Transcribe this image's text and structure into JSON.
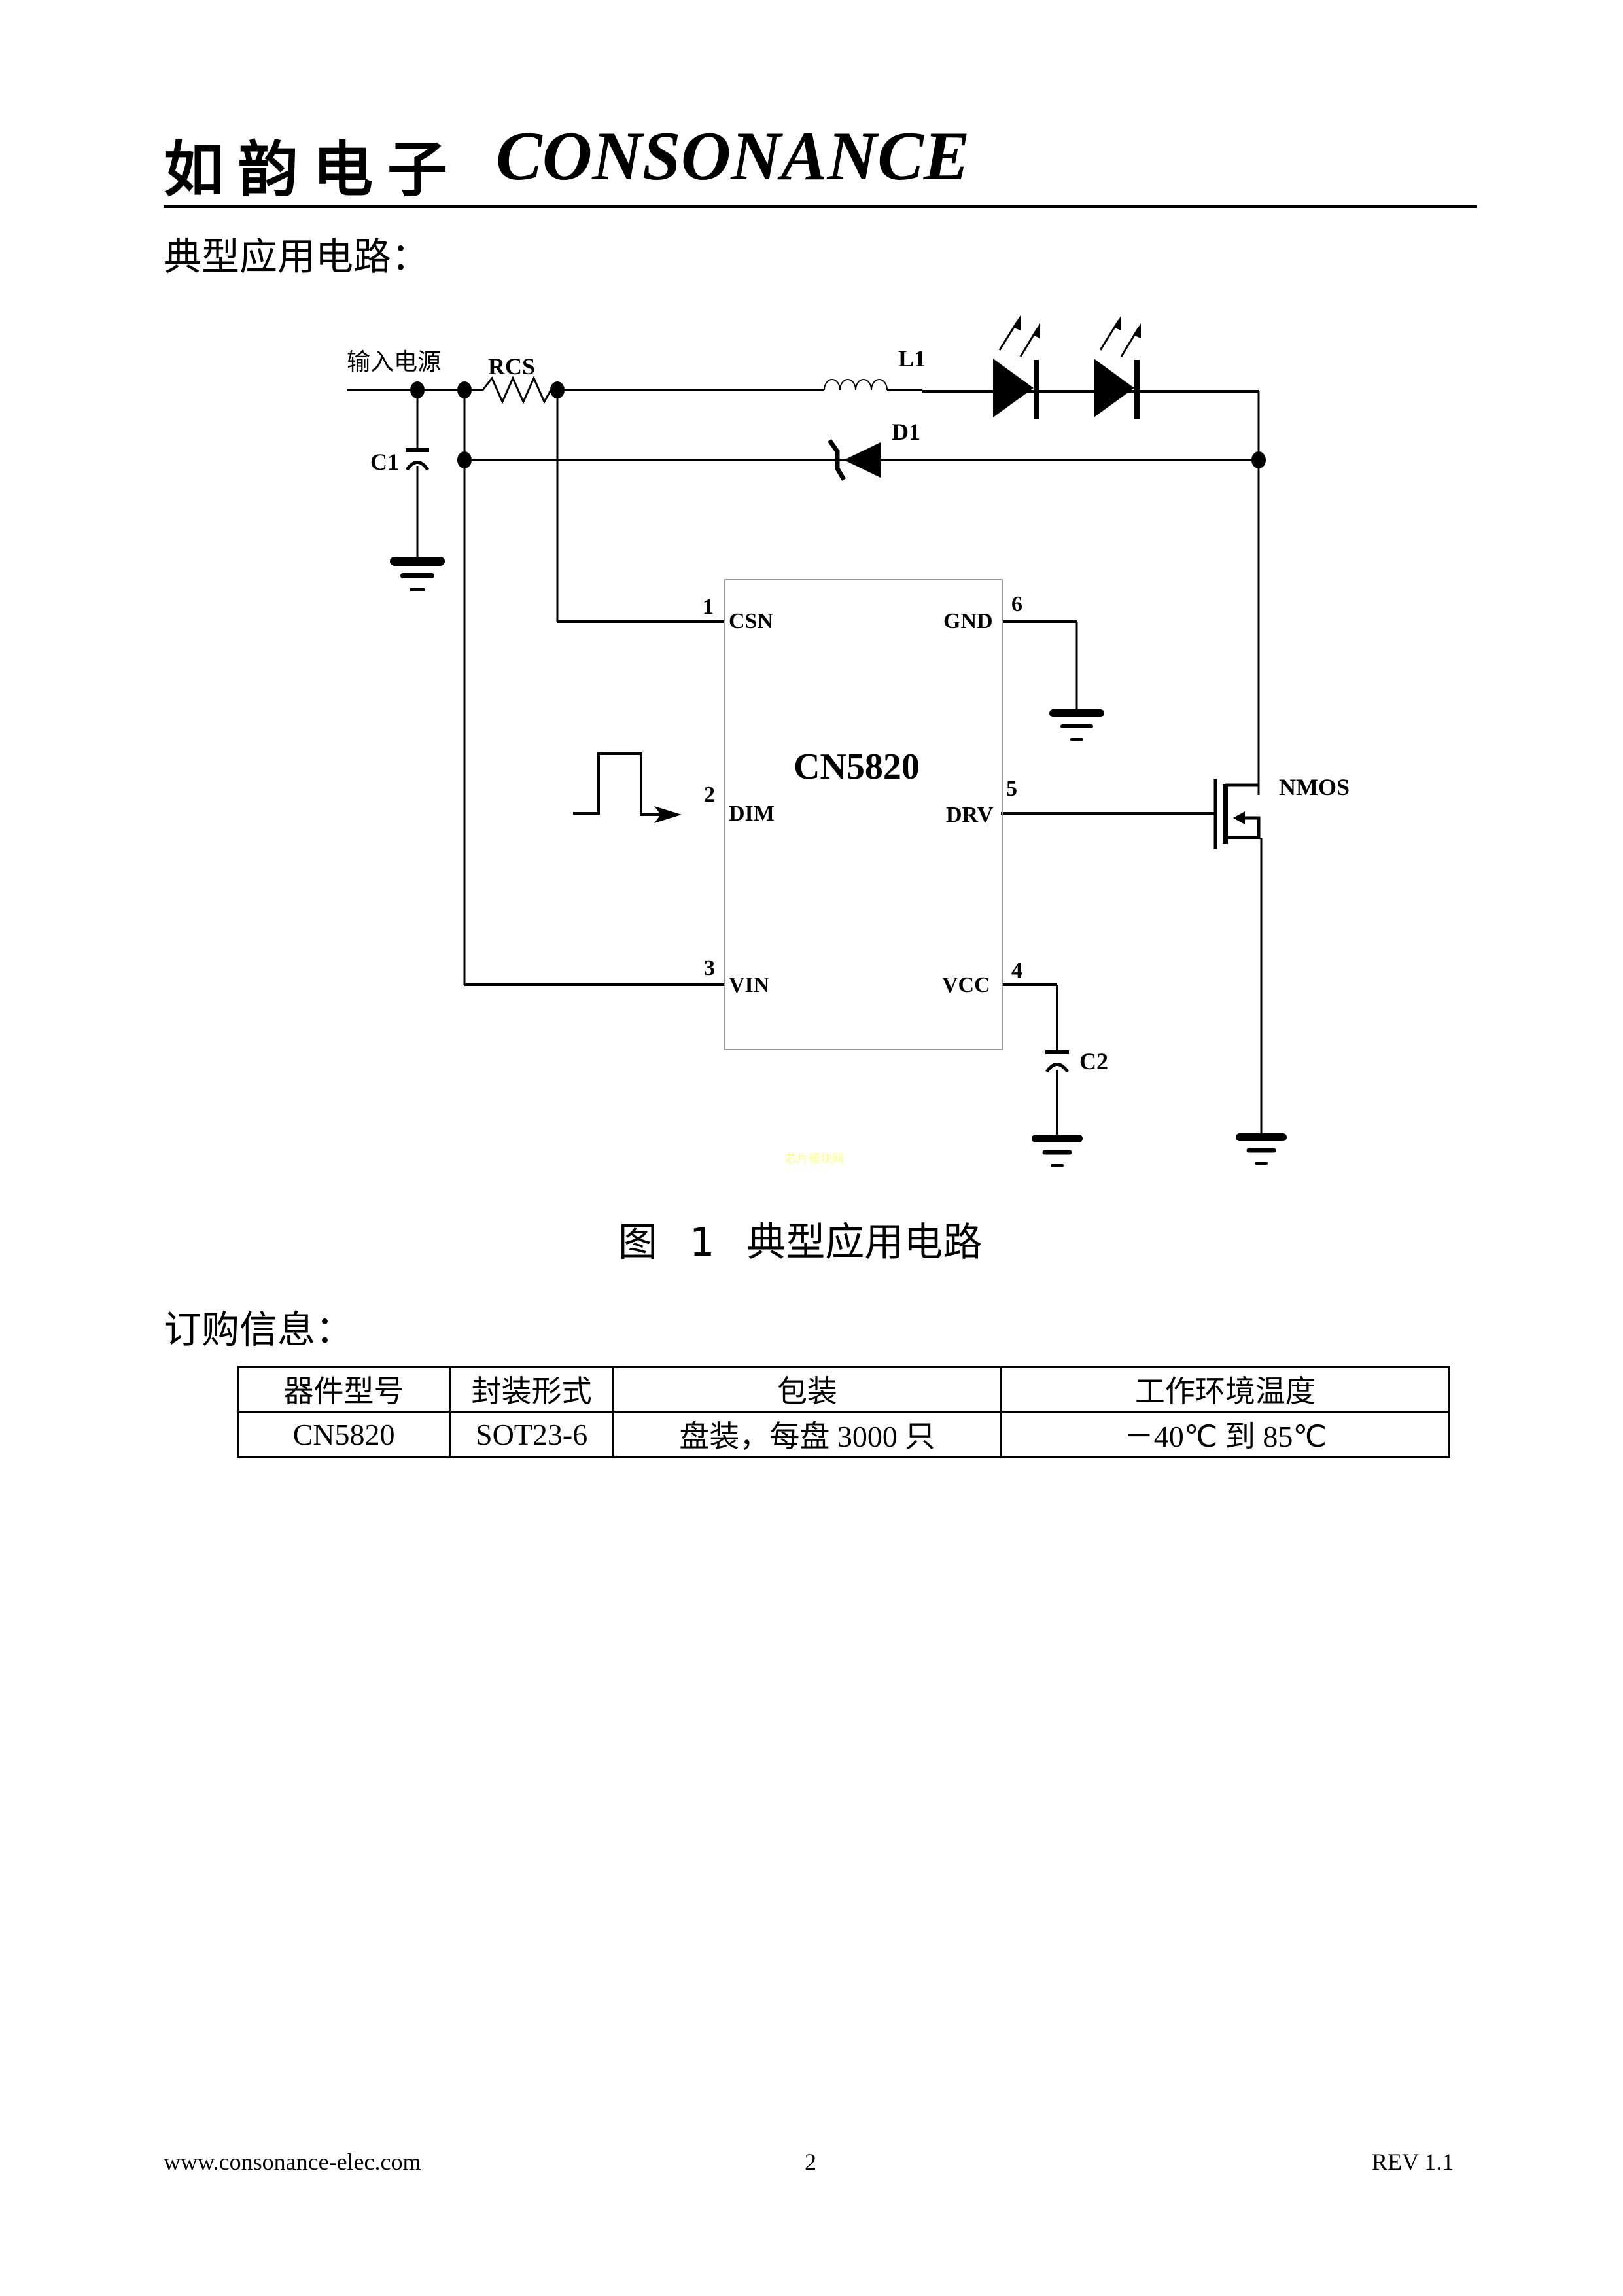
{
  "header": {
    "company_cn": "如韵电子",
    "company_en": "CONSONANCE"
  },
  "section_typical": {
    "title": "典型应用电路："
  },
  "diagram": {
    "input_label": "输入电源",
    "components": {
      "rcs": "RCS",
      "l1": "L1",
      "d1": "D1",
      "c1": "C1",
      "c2": "C2",
      "nmos": "NMOS"
    },
    "ic": {
      "name": "CN5820",
      "pins": [
        {
          "num": "1",
          "name": "CSN"
        },
        {
          "num": "2",
          "name": "DIM"
        },
        {
          "num": "3",
          "name": "VIN"
        },
        {
          "num": "4",
          "name": "VCC"
        },
        {
          "num": "5",
          "name": "DRV"
        },
        {
          "num": "6",
          "name": "GND"
        }
      ]
    },
    "watermark": "芯片模块网",
    "caption": "图 1 典型应用电路"
  },
  "section_order": {
    "title": "订购信息：",
    "table": {
      "headers": [
        "器件型号",
        "封装形式",
        "包装",
        "工作环境温度"
      ],
      "rows": [
        [
          "CN5820",
          "SOT23-6",
          "盘装，每盘 3000 只",
          "－40℃ 到 85℃"
        ]
      ]
    }
  },
  "footer": {
    "website": "www.consonance-elec.com",
    "page": "2",
    "revision": "REV 1.1"
  }
}
